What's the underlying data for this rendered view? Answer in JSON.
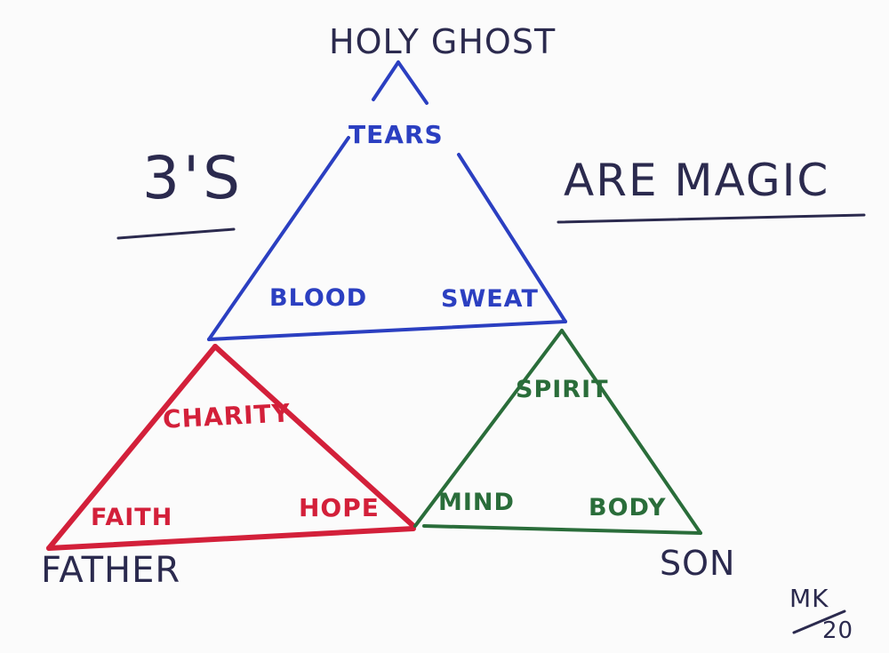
{
  "heading": {
    "left": "3'S",
    "right": "ARE MAGIC"
  },
  "vertices": {
    "top": "HOLY GHOST",
    "left": "FATHER",
    "right": "SON"
  },
  "blue_triangle": {
    "top": "TEARS",
    "left": "BLOOD",
    "right": "SWEAT",
    "color": "#2b3fc1"
  },
  "red_triangle": {
    "top": "CHARITY",
    "left": "FAITH",
    "right": "HOPE",
    "color": "#d3203a"
  },
  "green_triangle": {
    "top": "SPIRIT",
    "left": "MIND",
    "right": "BODY",
    "color": "#2a6d3a"
  },
  "signature": {
    "initials": "MK",
    "number": "20"
  }
}
